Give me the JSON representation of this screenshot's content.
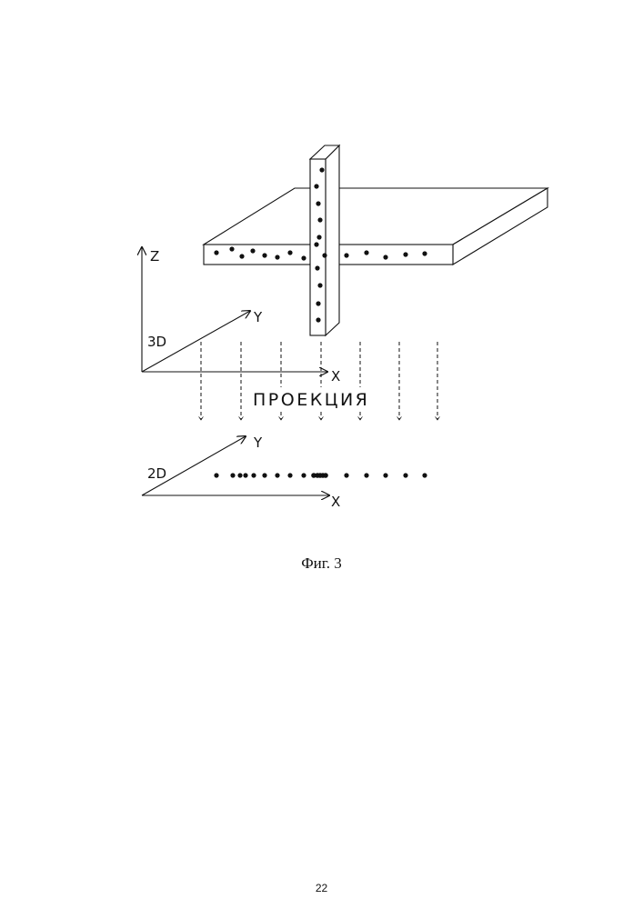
{
  "figure": {
    "axes_3d": {
      "z_label": "Z",
      "y_label": "Y",
      "x_label": "X",
      "dim_label": "3D"
    },
    "projection_label": "ПРОЕКЦИЯ",
    "axes_2d": {
      "y_label": "Y",
      "x_label": "X",
      "dim_label": "2D"
    },
    "caption": "Фиг. 3"
  },
  "page": {
    "number": "22"
  },
  "colors": {
    "ink": "#111111",
    "paper": "#ffffff"
  }
}
